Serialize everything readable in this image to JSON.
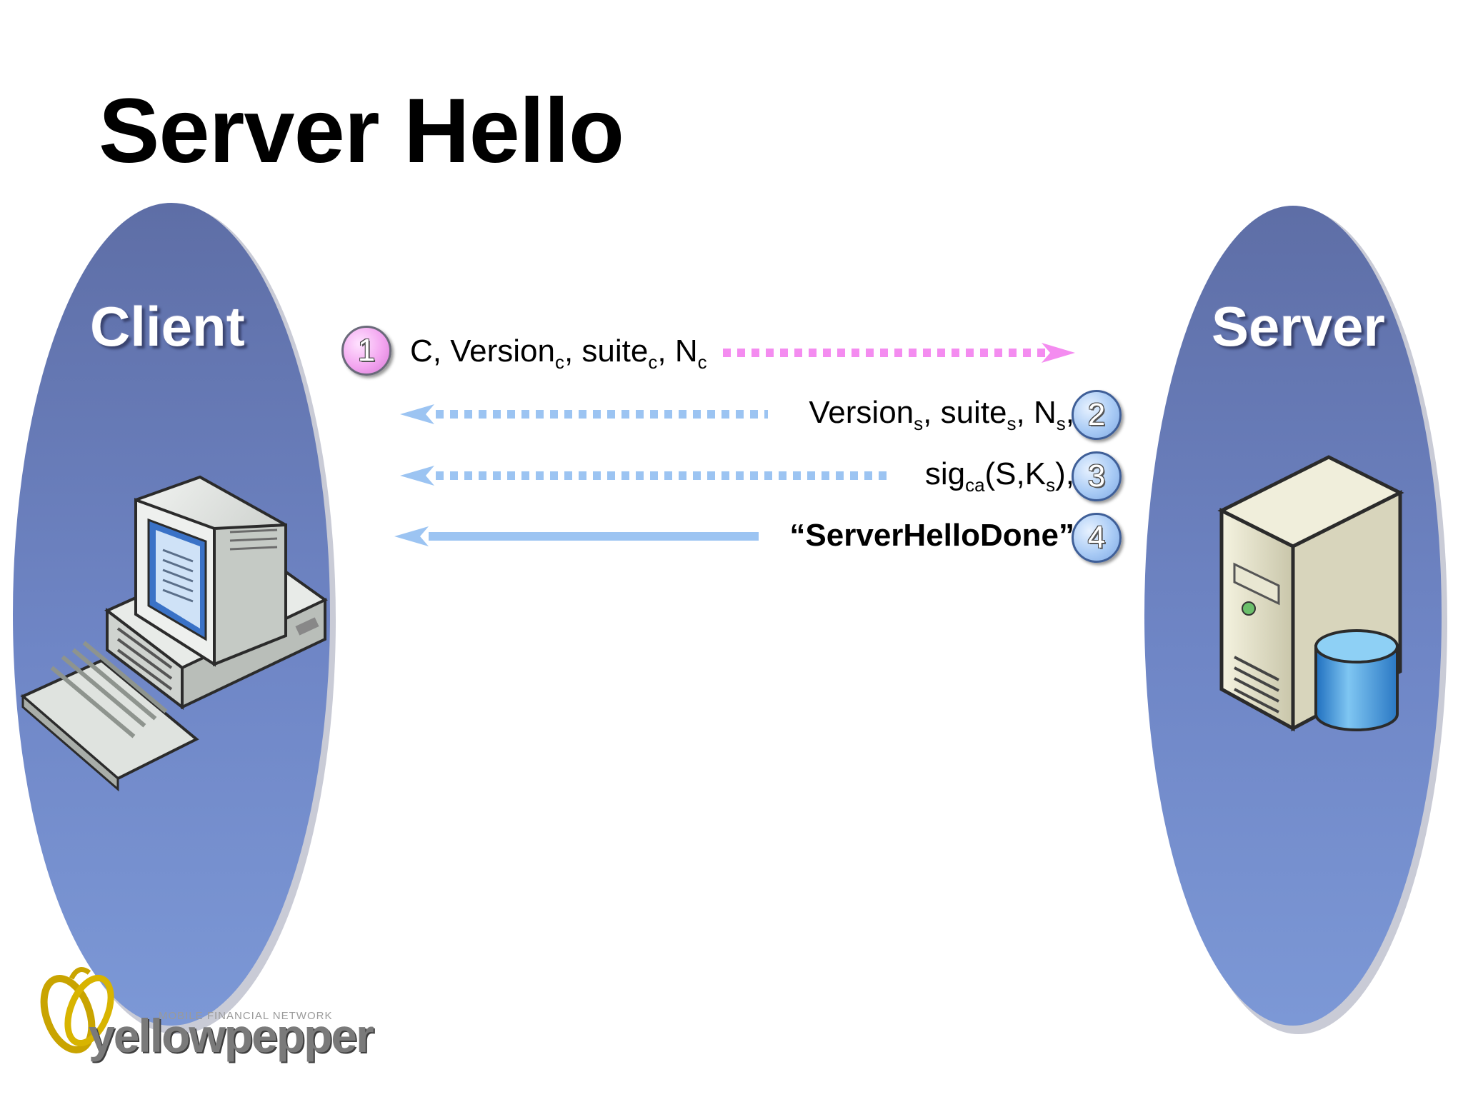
{
  "title": "Server Hello",
  "client": {
    "label": "Client"
  },
  "server": {
    "label": "Server"
  },
  "messages": [
    {
      "step": "1",
      "direction": "client-to-server",
      "style": "dotted",
      "color": "#f48cf0",
      "parts": [
        {
          "t": "C, Version"
        },
        {
          "sub": "c"
        },
        {
          "t": ", suite"
        },
        {
          "sub": "c"
        },
        {
          "t": ", N"
        },
        {
          "sub": "c"
        }
      ]
    },
    {
      "step": "2",
      "direction": "server-to-client",
      "style": "dotted",
      "color": "#9cc4f2",
      "parts": [
        {
          "t": "Version"
        },
        {
          "sub": "s"
        },
        {
          "t": ", suite"
        },
        {
          "sub": "s"
        },
        {
          "t": ", N"
        },
        {
          "sub": "s"
        },
        {
          "t": ","
        }
      ]
    },
    {
      "step": "3",
      "direction": "server-to-client",
      "style": "dotted",
      "color": "#9cc4f2",
      "parts": [
        {
          "t": "sig"
        },
        {
          "sub": "ca"
        },
        {
          "t": "(S,K"
        },
        {
          "sub": "s"
        },
        {
          "t": "),"
        }
      ]
    },
    {
      "step": "4",
      "direction": "server-to-client",
      "style": "solid",
      "color": "#9cc4f2",
      "text": "“ServerHelloDone”"
    }
  ],
  "logo": {
    "name": "yellowpepper",
    "tagline": "MOBILE FINANCIAL NETWORK"
  },
  "colors": {
    "ellipse": "#6f84c4",
    "ellipse_dark": "#5a6aa8"
  }
}
